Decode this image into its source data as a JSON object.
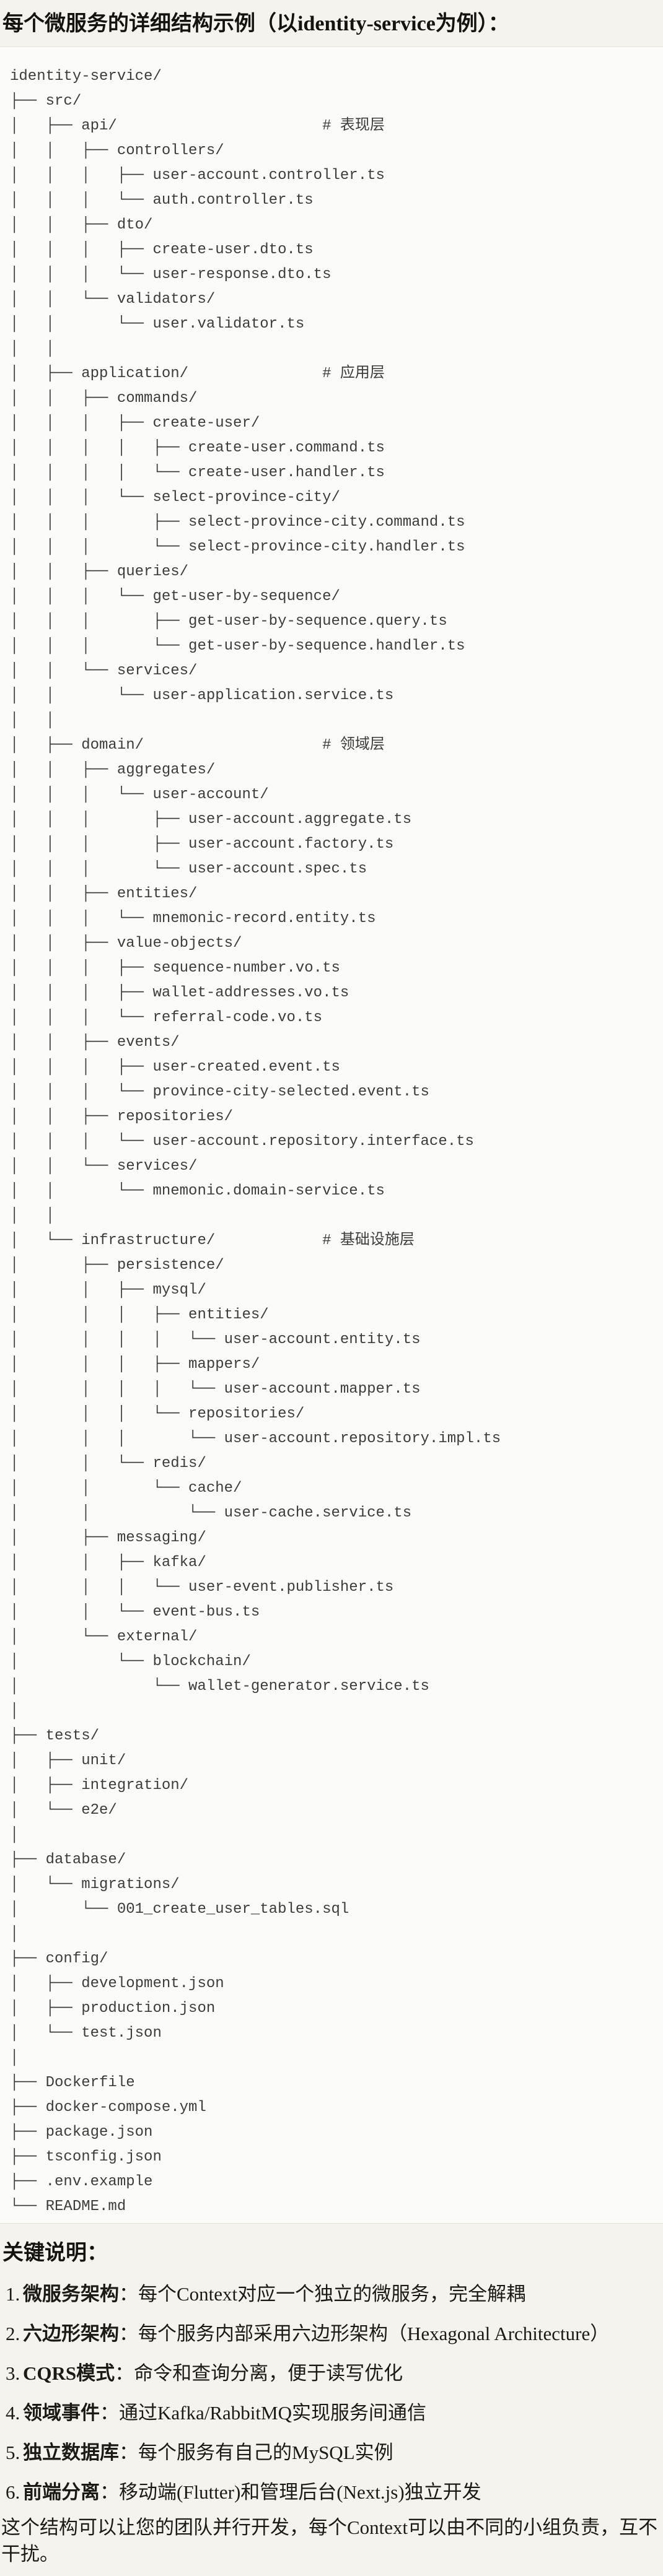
{
  "page": {
    "title": "每个微服务的详细结构示例（以identity-service为例）："
  },
  "colors": {
    "page_bg": "#f4f3ee",
    "code_bg": "#fbfbf9",
    "border": "#e3e2dc",
    "code_text": "#3c3c3c",
    "body_text": "#1b1a14"
  },
  "tree": {
    "lines": [
      "identity-service/",
      "├── src/",
      "│   ├── api/                       # 表现层",
      "│   │   ├── controllers/",
      "│   │   │   ├── user-account.controller.ts",
      "│   │   │   └── auth.controller.ts",
      "│   │   ├── dto/",
      "│   │   │   ├── create-user.dto.ts",
      "│   │   │   └── user-response.dto.ts",
      "│   │   └── validators/",
      "│   │       └── user.validator.ts",
      "│   │",
      "│   ├── application/               # 应用层",
      "│   │   ├── commands/",
      "│   │   │   ├── create-user/",
      "│   │   │   │   ├── create-user.command.ts",
      "│   │   │   │   └── create-user.handler.ts",
      "│   │   │   └── select-province-city/",
      "│   │   │       ├── select-province-city.command.ts",
      "│   │   │       └── select-province-city.handler.ts",
      "│   │   ├── queries/",
      "│   │   │   └── get-user-by-sequence/",
      "│   │   │       ├── get-user-by-sequence.query.ts",
      "│   │   │       └── get-user-by-sequence.handler.ts",
      "│   │   └── services/",
      "│   │       └── user-application.service.ts",
      "│   │",
      "│   ├── domain/                    # 领域层",
      "│   │   ├── aggregates/",
      "│   │   │   └── user-account/",
      "│   │   │       ├── user-account.aggregate.ts",
      "│   │   │       ├── user-account.factory.ts",
      "│   │   │       └── user-account.spec.ts",
      "│   │   ├── entities/",
      "│   │   │   └── mnemonic-record.entity.ts",
      "│   │   ├── value-objects/",
      "│   │   │   ├── sequence-number.vo.ts",
      "│   │   │   ├── wallet-addresses.vo.ts",
      "│   │   │   └── referral-code.vo.ts",
      "│   │   ├── events/",
      "│   │   │   ├── user-created.event.ts",
      "│   │   │   └── province-city-selected.event.ts",
      "│   │   ├── repositories/",
      "│   │   │   └── user-account.repository.interface.ts",
      "│   │   └── services/",
      "│   │       └── mnemonic.domain-service.ts",
      "│   │",
      "│   └── infrastructure/            # 基础设施层",
      "│       ├── persistence/",
      "│       │   ├── mysql/",
      "│       │   │   ├── entities/",
      "│       │   │   │   └── user-account.entity.ts",
      "│       │   │   ├── mappers/",
      "│       │   │   │   └── user-account.mapper.ts",
      "│       │   │   └── repositories/",
      "│       │   │       └── user-account.repository.impl.ts",
      "│       │   └── redis/",
      "│       │       └── cache/",
      "│       │           └── user-cache.service.ts",
      "│       ├── messaging/",
      "│       │   ├── kafka/",
      "│       │   │   └── user-event.publisher.ts",
      "│       │   └── event-bus.ts",
      "│       └── external/",
      "│           └── blockchain/",
      "│               └── wallet-generator.service.ts",
      "│",
      "├── tests/",
      "│   ├── unit/",
      "│   ├── integration/",
      "│   └── e2e/",
      "│",
      "├── database/",
      "│   └── migrations/",
      "│       └── 001_create_user_tables.sql",
      "│",
      "├── config/",
      "│   ├── development.json",
      "│   ├── production.json",
      "│   └── test.json",
      "│",
      "├── Dockerfile",
      "├── docker-compose.yml",
      "├── package.json",
      "├── tsconfig.json",
      "├── .env.example",
      "└── README.md"
    ]
  },
  "notes": {
    "heading": "关键说明：",
    "items": [
      {
        "num": "1.",
        "label": "微服务架构",
        "text": "：每个Context对应一个独立的微服务，完全解耦"
      },
      {
        "num": "2.",
        "label": "六边形架构",
        "text": "：每个服务内部采用六边形架构（Hexagonal Architecture）"
      },
      {
        "num": "3.",
        "label": "CQRS模式",
        "text": "：命令和查询分离，便于读写优化"
      },
      {
        "num": "4.",
        "label": "领域事件",
        "text": "：通过Kafka/RabbitMQ实现服务间通信"
      },
      {
        "num": "5.",
        "label": "独立数据库",
        "text": "：每个服务有自己的MySQL实例"
      },
      {
        "num": "6.",
        "label": "前端分离",
        "text": "：移动端(Flutter)和管理后台(Next.js)独立开发"
      }
    ],
    "footer": "这个结构可以让您的团队并行开发，每个Context可以由不同的小组负责，互不干扰。"
  }
}
